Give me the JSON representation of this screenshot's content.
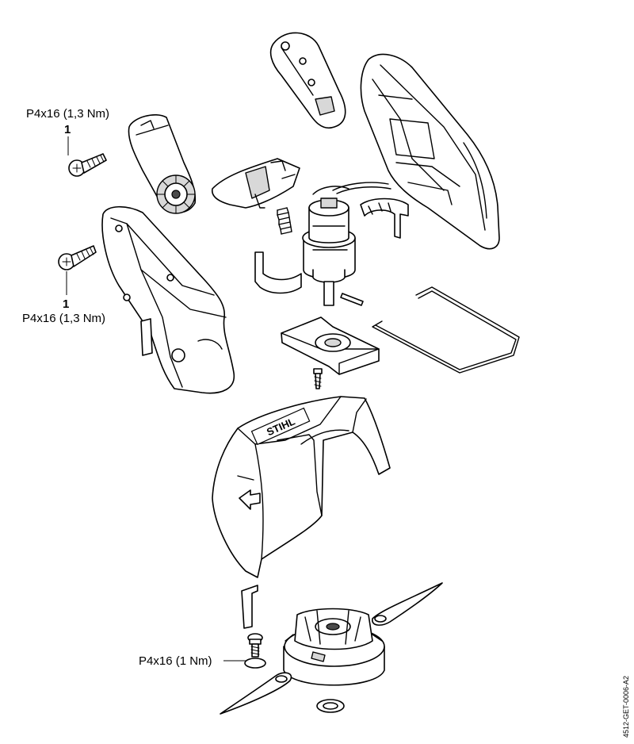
{
  "callouts": [
    {
      "number": "1",
      "spec": "P4x16 (1,3 Nm)"
    },
    {
      "number": "1",
      "spec": "P4x16 (1,3 Nm)"
    },
    {
      "spec": "P4x16 (1 Nm)"
    }
  ],
  "shroud_logo": "STIHL",
  "doc_id": "4512-GET-0006-A2"
}
